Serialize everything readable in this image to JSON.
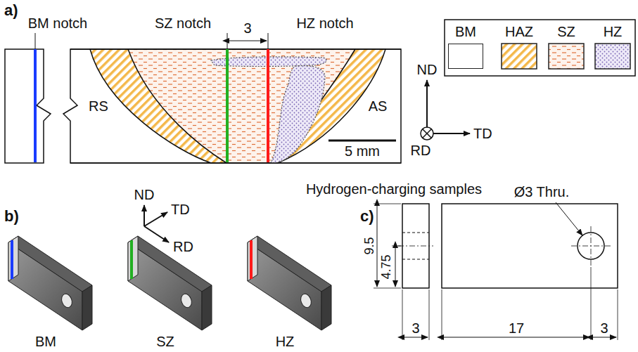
{
  "diagram": {
    "labels": [
      "a)",
      "BM notch",
      "SZ notch",
      "3",
      "HZ notch",
      "RS",
      "AS",
      "5 mm",
      "ND",
      "TD",
      "RD",
      "b)",
      "ND",
      "TD",
      "RD",
      "Hydrogen-charging samples",
      "BM",
      "SZ",
      "HZ",
      "c)",
      "Ø3 Thru.",
      "9.5",
      "4.75",
      "3",
      "17",
      "3"
    ],
    "legend": [
      {
        "text": "BM",
        "color": "#ffffff"
      },
      {
        "text": "HAZ"
      },
      {
        "text": "SZ"
      },
      {
        "text": "HZ"
      }
    ]
  }
}
